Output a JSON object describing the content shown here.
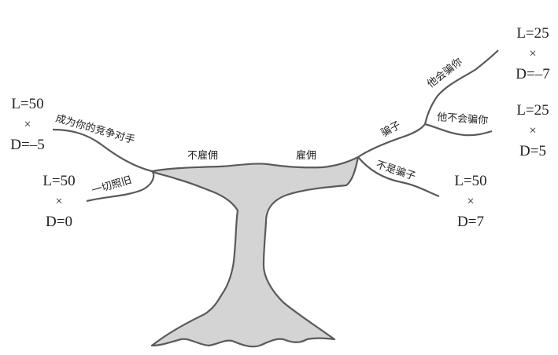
{
  "diagram": {
    "type": "decision-tree",
    "trunk_fill": "#d4d4d4",
    "line_color": "#5a5a5a",
    "root_branches": [
      {
        "id": "not-hire",
        "label": "不雇佣"
      },
      {
        "id": "hire",
        "label": "雇佣"
      }
    ],
    "not_hire_branches": [
      {
        "label": "成为你的竞争对手",
        "outcome": {
          "L": "L=50",
          "times": "×",
          "D": "D=–5"
        }
      },
      {
        "label": "一切照旧",
        "outcome": {
          "L": "L=50",
          "times": "×",
          "D": "D=0"
        }
      }
    ],
    "hire_branches": [
      {
        "label": "骗子",
        "sub_branches": [
          {
            "label": "他会骗你",
            "outcome": {
              "L": "L=25",
              "times": "×",
              "D": "D=–7"
            }
          },
          {
            "label": "他不会骗你",
            "outcome": {
              "L": "L=25",
              "times": "×",
              "D": "D=5"
            }
          }
        ]
      },
      {
        "label": "不是骗子",
        "outcome": {
          "L": "L=50",
          "times": "×",
          "D": "D=7"
        }
      }
    ]
  }
}
